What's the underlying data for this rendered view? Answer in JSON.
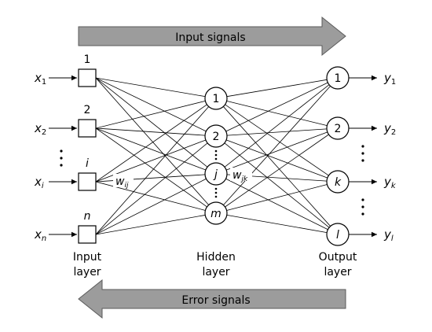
{
  "banners": {
    "input": "Input signals",
    "error": "Error signals"
  },
  "input_nodes": [
    {
      "number": "1",
      "var": "x",
      "sub": "1"
    },
    {
      "number": "2",
      "var": "x",
      "sub": "2"
    },
    {
      "number": "i",
      "var": "x",
      "sub": "i"
    },
    {
      "number": "n",
      "var": "x",
      "sub": "n"
    }
  ],
  "hidden_nodes": [
    "1",
    "2",
    "j",
    "m"
  ],
  "output_nodes": [
    {
      "label": "1",
      "var": "y",
      "sub": "1"
    },
    {
      "label": "2",
      "var": "y",
      "sub": "2"
    },
    {
      "label": "k",
      "var": "y",
      "sub": "k"
    },
    {
      "label": "l",
      "var": "y",
      "sub": "l"
    }
  ],
  "weights": {
    "input_hidden": {
      "var": "w",
      "sub": "ij"
    },
    "hidden_output": {
      "var": "w",
      "sub": "jk"
    }
  },
  "layer_labels": {
    "input": [
      "Input",
      "layer"
    ],
    "hidden": [
      "Hidden",
      "layer"
    ],
    "output": [
      "Output",
      "layer"
    ]
  },
  "colors": {
    "banner_fill": "#9c9c9c",
    "line": "#000000"
  }
}
